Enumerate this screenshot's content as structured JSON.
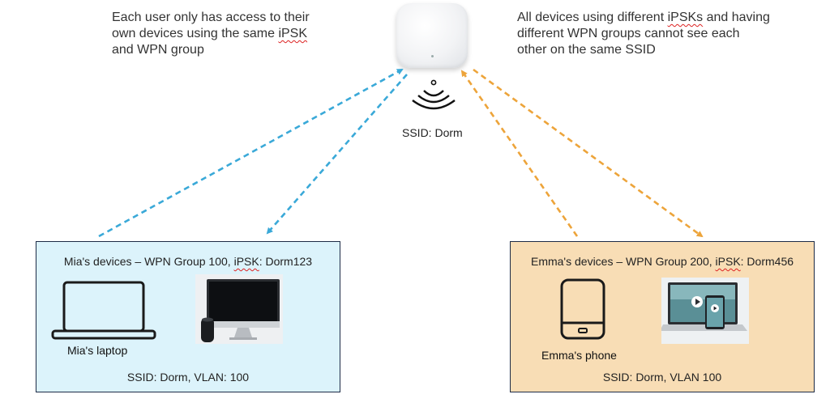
{
  "notes": {
    "left": {
      "line1": "Each user only has access to their",
      "line2_pre": "own devices using the same ",
      "line2_kw": "iPSK",
      "line3": "and WPN group"
    },
    "right": {
      "line1_pre": "All devices using different ",
      "line1_kw": "iPSKs",
      "line1_post": " and having",
      "line2": "different WPN groups cannot see each",
      "line3": "other on the same SSID"
    }
  },
  "access_point": {
    "ssid_label": "SSID: Dorm"
  },
  "groups": {
    "mia": {
      "title_pre": "Mia's devices – WPN Group 100, ",
      "title_kw": "iPSK",
      "title_post": ": Dorm123",
      "device_label": "Mia's laptop",
      "footer": "SSID: Dorm, VLAN: 100",
      "background": "#dcf3fb"
    },
    "emma": {
      "title_pre": "Emma's devices – WPN Group 200, ",
      "title_kw": "iPSK",
      "title_post": ": Dorm456",
      "device_label": "Emma's phone",
      "footer": "SSID: Dorm, VLAN 100",
      "background": "#f8ddb5"
    }
  },
  "colors": {
    "mia_arrow": "#3aa9d8",
    "emma_arrow": "#eda43a",
    "box_border": "#1d2b46"
  },
  "icons": [
    "access-point-icon",
    "wifi-signal-icon",
    "laptop-icon",
    "desktop-monitor-icon",
    "smart-speaker-icon",
    "tablet-phone-icon",
    "laptop-with-phone-icon"
  ]
}
